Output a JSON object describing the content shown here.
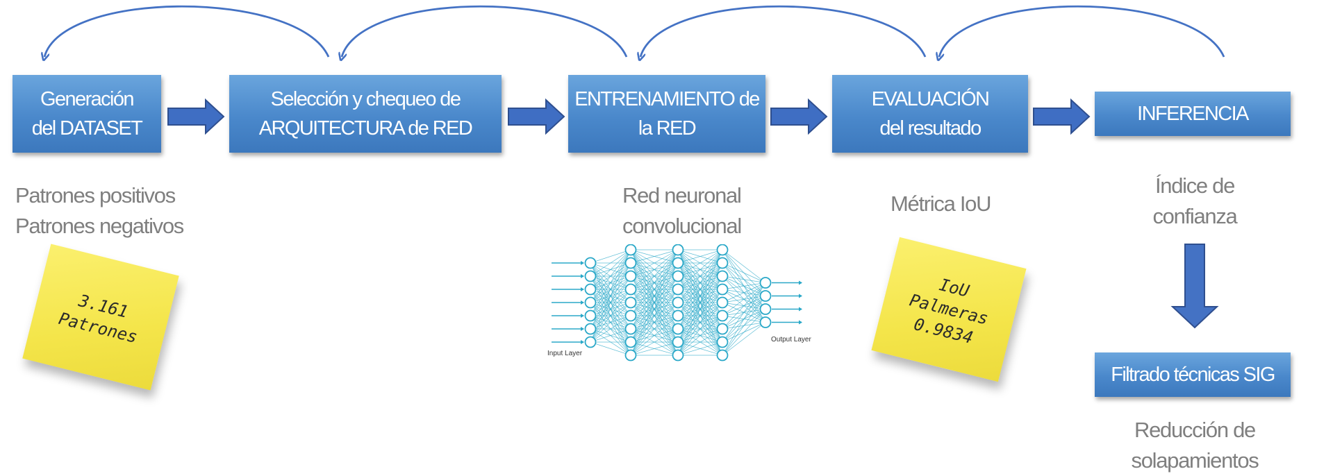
{
  "colors": {
    "box_fill": "#4a88cb",
    "arrow_fill": "#3f6ec3",
    "arrow_stroke": "#2f4f8f",
    "caption_text": "#7f7f7f",
    "note_fill": "#f4e54a",
    "network_color": "#2aa8c8"
  },
  "steps": [
    {
      "line1": "Generación",
      "line2": "del DATASET"
    },
    {
      "line1": "Selección y chequeo de",
      "line2": "ARQUITECTURA de RED"
    },
    {
      "line1": "ENTRENAMIENTO de",
      "line2": "la RED"
    },
    {
      "line1": "EVALUACIÓN",
      "line2": "del resultado"
    },
    {
      "line1": "INFERENCIA"
    }
  ],
  "filter_box": {
    "label": "Filtrado técnicas SIG"
  },
  "captions": {
    "dataset": [
      "Patrones positivos",
      "Patrones negativos"
    ],
    "training": [
      "Red neuronal",
      "convolucional"
    ],
    "evaluation": [
      "Métrica IoU"
    ],
    "inference": [
      "Índice de",
      "confianza"
    ],
    "filter": [
      "Reducción de",
      "solapamientos"
    ]
  },
  "notes": {
    "dataset": [
      "3.161",
      "Patrones"
    ],
    "evaluation": [
      "IoU",
      "Palmeras",
      "0.9834"
    ]
  },
  "network": {
    "input_label": "Input Layer",
    "output_label": "Output Layer",
    "layer_sizes": [
      7,
      9,
      9,
      9,
      4
    ]
  },
  "icons": {
    "flow_arrow": "right-arrow-icon",
    "down_arrow": "down-arrow-icon",
    "loop_arrow": "curved-back-arrow-icon"
  }
}
